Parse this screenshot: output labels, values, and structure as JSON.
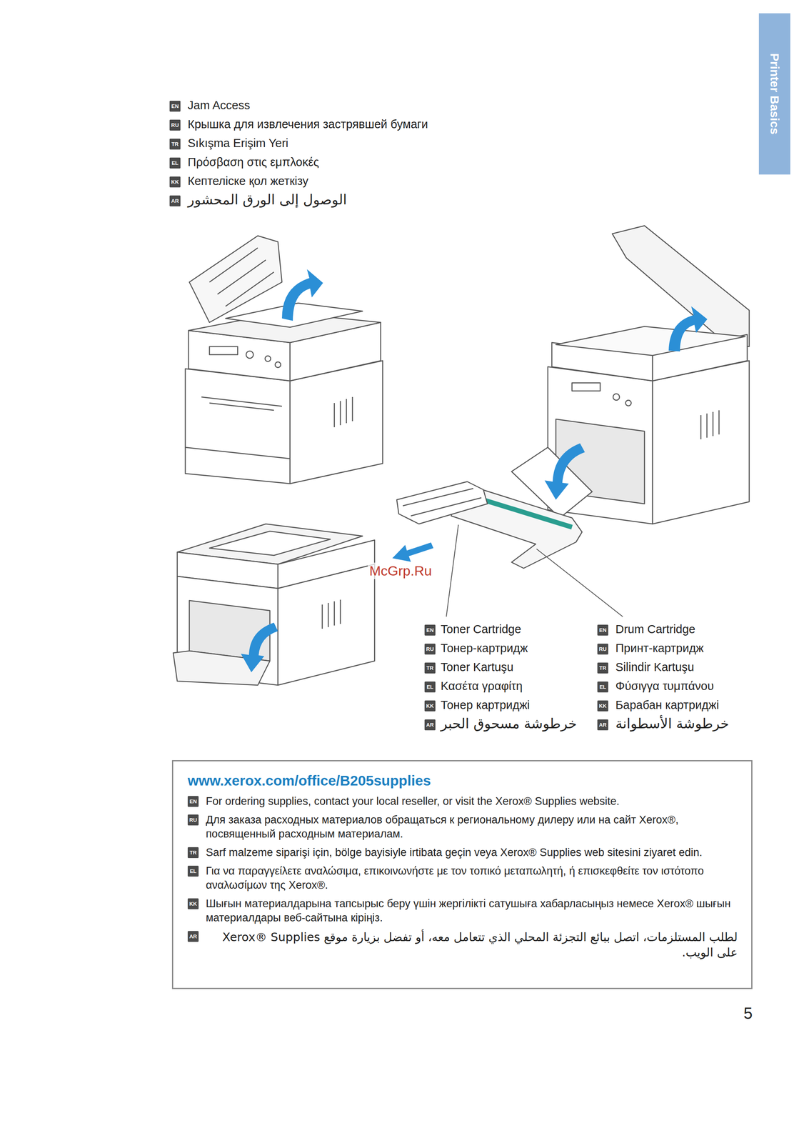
{
  "diagram": {
    "nodes": [
      {
        "text": [
          "Printer Basics"
        ]
      },
      {
        "text": [
          "www.xerox.com/office/B205supplies",
          "For ordering supplies, contact your local reseller, or visit the Xerox® Supplies website.",
          "Для заказа расходных материалов обращаться к региональному дилеру или на сайт Xerox®, посвященный расходным материалам.",
          "Sarf malzeme siparişi için, bölge bayisiyle irtibata geçin veya Xerox® Supplies web sitesini ziyaret edin.",
          "Για να παραγγείλετε αναλώσιμα, επικοινωνήστε με τον τοπικό μεταπωλητή, ή επισκεφθείτε τον ιστότοπο αναλωσίμων της Xerox®.",
          "Шығын материалдарына тапсырыс беру үшін жергілікті сатушыға хабарласыңыз немесе Xerox® шығын материалдары веб-сайтына кіріңіз.",
          "لطلب المستلزمات، اتصل ببائع التجزئة المحلي الذي تتعامل معه، أو تفضل بزيارة موقع Xerox® Supplies على الويب."
        ]
      }
    ],
    "labels": [
      "EN",
      "Jam Access",
      "RU",
      "Крышка для извлечения застрявшей бумаги",
      "TR",
      "Sıkışma Erişim Yeri",
      "EL",
      "Πρόσβαση στις εμπλοκές",
      "KK",
      "Кептеліске қол жеткізу",
      "AR",
      "الوصول إلى الورق المحشور",
      "McGrp.Ru",
      "EN",
      "Toner Cartridge",
      "EN",
      "Drum Cartridge",
      "RU",
      "Тонер-картридж",
      "RU",
      "Принт-картридж",
      "TR",
      "Toner Kartuşu",
      "TR",
      "Silindir Kartuşu",
      "EL",
      "Κασέτα γραφίτη",
      "EL",
      "Φύσιγγα τυμπάνου",
      "KK",
      "Тонер картриджі",
      "KK",
      "Барабан картриджі",
      "AR",
      "خرطوشة مسحوق الحبر",
      "AR",
      "خرطوشة الأسطوانة",
      "EN",
      "RU",
      "TR",
      "EL",
      "KK",
      "AR",
      "5"
    ]
  }
}
